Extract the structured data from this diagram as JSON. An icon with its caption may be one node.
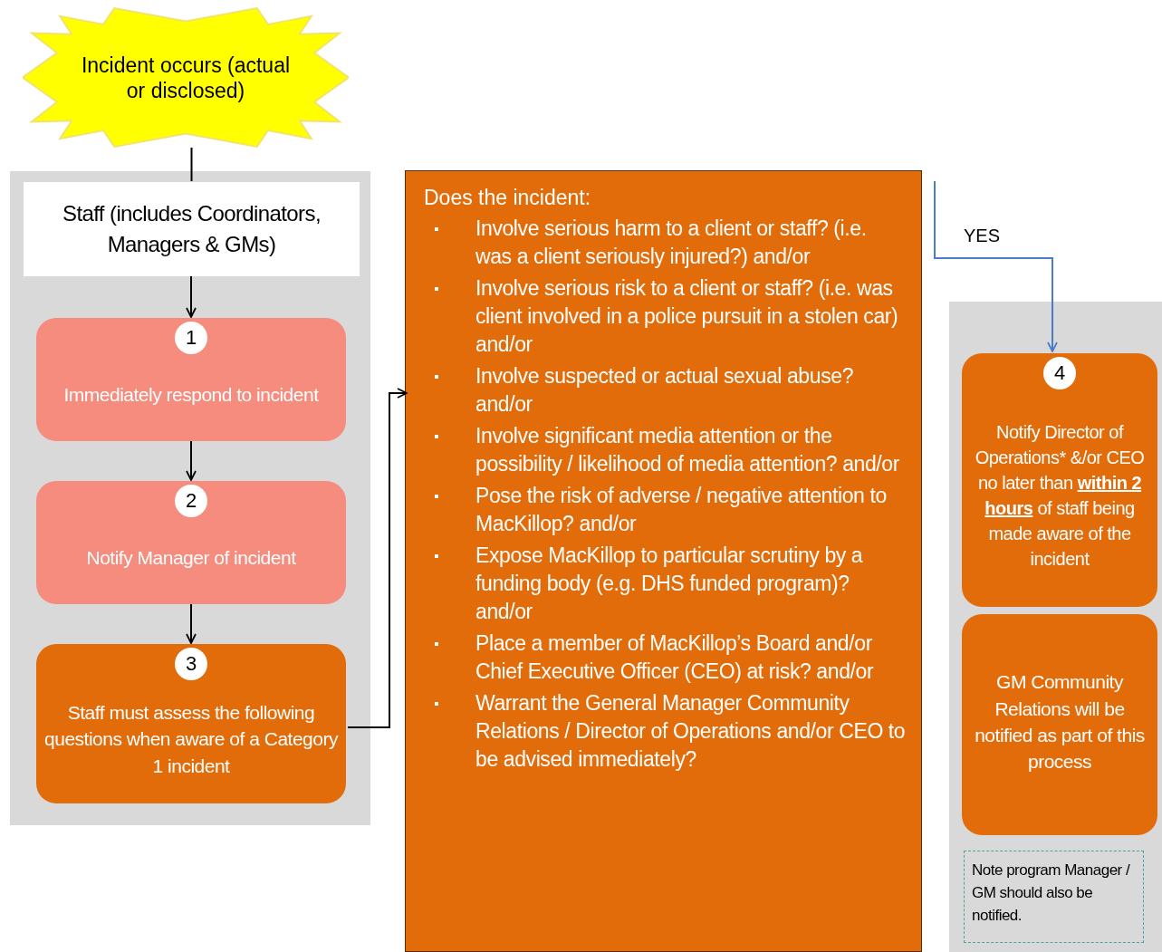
{
  "diagram": {
    "nodes": [
      {
        "text": [
          "Incident occurs (actual or disclosed)"
        ]
      },
      {
        "text": [],
        "shape": "box"
      },
      {
        "text": [
          "Staff (includes Coordinators, Managers & GMs)"
        ],
        "in": 1
      },
      {
        "text": [
          "1",
          "Immediately respond to incident"
        ],
        "in": 1
      },
      {
        "text": [
          "2",
          "Notify Manager of incident"
        ],
        "in": 1
      },
      {
        "text": [
          "3",
          "Staff must assess the following questions when aware of a Category 1 incident"
        ],
        "in": 1
      },
      {
        "text": [
          "Does the incident:",
          "Involve serious harm to a client or staff? (i.e. was a client seriously injured?) and/or",
          "Involve serious risk to a client or staff? (i.e. was client involved in a police pursuit in a stolen car) and/or",
          "Involve suspected or actual sexual abuse? and/or",
          "Involve significant media attention or the possibility / likelihood of media attention? and/or",
          "Pose the risk of adverse / negative attention to MacKillop? and/or",
          "Expose MacKillop to particular scrutiny by a funding body (e.g. DHS funded program)? and/or",
          "Place a member of MacKillop’s Board and/or Chief Executive Officer (CEO) at risk? and/or",
          "Warrant the General Manager Community Relations / Director of Operations and/or CEO to be advised immediately?"
        ]
      },
      {
        "text": [],
        "shape": "box"
      },
      {
        "text": [
          "4",
          "Notify Director of Operations* &/or CEO no later than **within 2 hours** of staff being made aware of the incident"
        ],
        "in": 7
      },
      {
        "text": [
          "GM Community Relations will be notified as part of this process"
        ],
        "in": 7
      },
      {
        "text": [
          "Note program Manager / GM should also be notified."
        ],
        "in": 7
      }
    ],
    "edges": [
      {
        "from": 0,
        "to": 2,
        "arrow": "none"
      },
      {
        "from": 2,
        "to": 3,
        "arrow": "to"
      },
      {
        "from": 3,
        "to": 4,
        "arrow": "to"
      },
      {
        "from": 4,
        "to": 5,
        "arrow": "to"
      },
      {
        "from": 5,
        "to": 6,
        "arrow": "to"
      },
      {
        "from": 6,
        "to": 8,
        "arrow": "to",
        "label": "YES",
        "color": "#4a7cc7"
      }
    ]
  }
}
